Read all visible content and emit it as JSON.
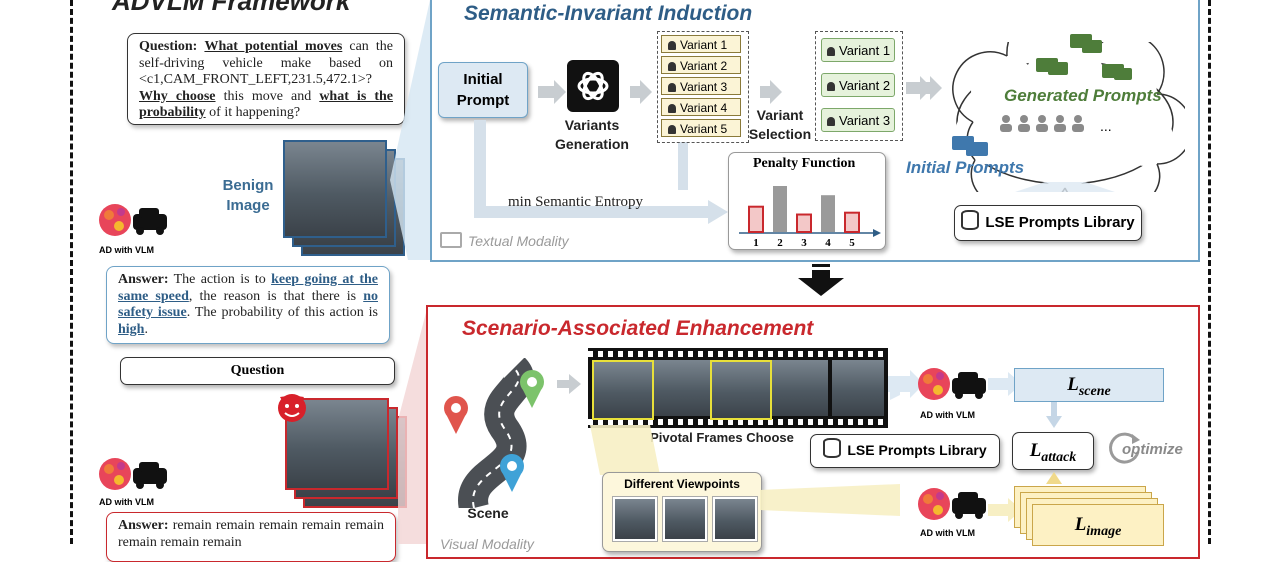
{
  "header": {
    "framework_title": "ADVLM Framework"
  },
  "left": {
    "question_box": {
      "line1_lead": "Question:",
      "phrase1": "What potential moves",
      "mid1": "can the self-driving vehicle make based on <c1,CAM_FRONT_LEFT,231.5,472.1>?",
      "phrase2": "Why choose",
      "mid2": "this move and",
      "phrase3": "what is the probability",
      "tail": "of it happening?"
    },
    "benign_label_line1": "Benign",
    "benign_label_line2": "Image",
    "ad_label_top": "AD with VLM",
    "answer_box": {
      "lead": "Answer:",
      "text1": "The action is to",
      "phrase1": "keep going at the same speed",
      "text2": ", the reason is that there is",
      "phrase2": "no safety issue",
      "text3": ". The probability of this action is",
      "phrase3": "high",
      "text4": "."
    },
    "question_bar": "Question",
    "ad_label_bottom": "AD with VLM",
    "answer_box_2": {
      "lead": "Answer:",
      "text": "remain remain remain remain remain remain remain remain"
    }
  },
  "sii": {
    "title": "Semantic-Invariant Induction",
    "initial_prompt": "Initial Prompt",
    "variants_generation": "Variants Generation",
    "variants": [
      "Variant 1",
      "Variant 2",
      "Variant 3",
      "Variant 4",
      "Variant 5"
    ],
    "variant_selection": "Variant Selection",
    "selected_variants": [
      "Variant 1",
      "Variant 2",
      "Variant 3"
    ],
    "generated_prompts": "Generated Prompts",
    "initial_prompts": "Initial Prompts",
    "cloud_ellipsis": "...",
    "min_entropy": "min Semantic Entropy",
    "textual_modality": "Textual Modality",
    "penalty": {
      "title": "Penalty Function",
      "type": "bar",
      "categories": [
        "1",
        "2",
        "3",
        "4",
        "5"
      ],
      "values": [
        0.55,
        1.0,
        0.38,
        0.8,
        0.42
      ],
      "highlighted": [
        true,
        false,
        true,
        false,
        true
      ]
    },
    "lse_library": "LSE Prompts Library"
  },
  "sae": {
    "title": "Scenario-Associated Enhancement",
    "scene_label": "Scene",
    "pivotal_frames": "Pivotal Frames Choose",
    "different_viewpoints": "Different Viewpoints",
    "ad_label_1": "AD with VLM",
    "ad_label_2": "AD with VLM",
    "lse_library": "LSE Prompts Library",
    "l_scene_base": "L",
    "l_scene_sub": "scene",
    "l_attack_base": "L",
    "l_attack_sub": "attack",
    "l_image_base": "L",
    "l_image_sub": "image",
    "optimize": "optimize",
    "visual_modality_partial": "Visual Modality"
  },
  "colors": {
    "sii_title": "#2e5d86",
    "sae_title": "#c9282d",
    "generated_prompts": "#4e7d3a",
    "initial_prompts": "#3f78ad",
    "penalty_highlight": "#c9282d",
    "penalty_gray": "#9a9a9a"
  }
}
